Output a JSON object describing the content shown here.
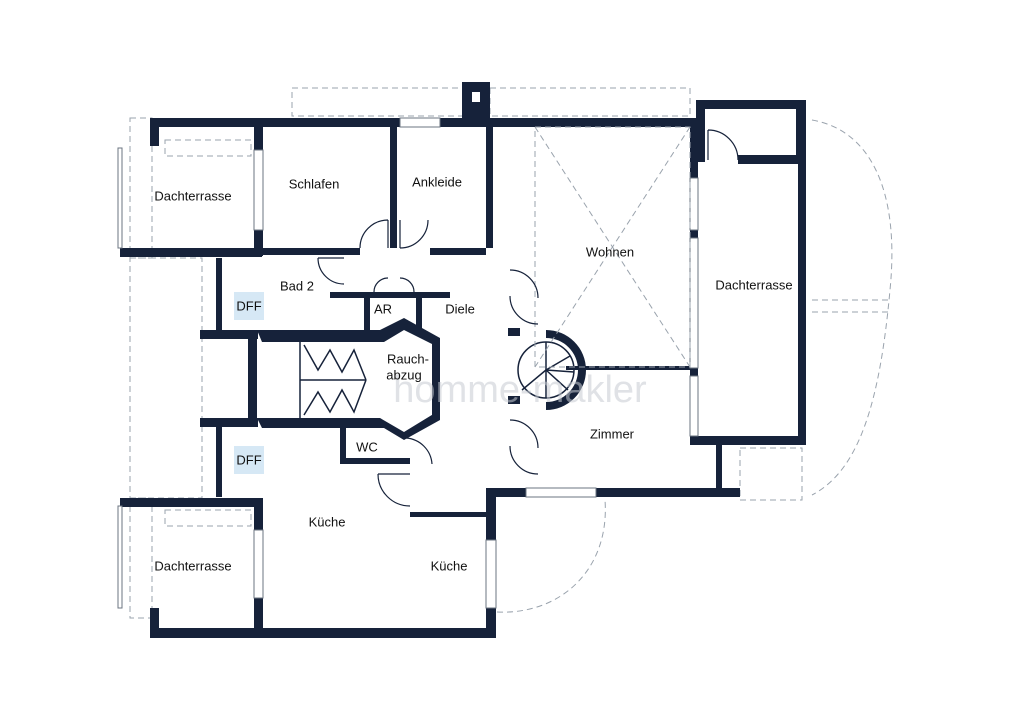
{
  "rooms": {
    "dachterrasse_nw": "Dachterrasse",
    "schlafen": "Schlafen",
    "ankleide": "Ankleide",
    "wohnen": "Wohnen",
    "dachterrasse_e": "Dachterrasse",
    "bad2": "Bad 2",
    "ar": "AR",
    "diele": "Diele",
    "rauchabzug_1": "Rauch-",
    "rauchabzug_2": "abzug",
    "wc": "WC",
    "zimmer": "Zimmer",
    "kueche_1": "Küche",
    "kueche_2": "Küche",
    "dachterrasse_sw": "Dachterrasse"
  },
  "dff": {
    "top": "DFF",
    "bottom": "DFF"
  },
  "watermark": "homme-makler",
  "colors": {
    "wall": "#16223a",
    "dff_highlight": "#d6e8f5"
  }
}
